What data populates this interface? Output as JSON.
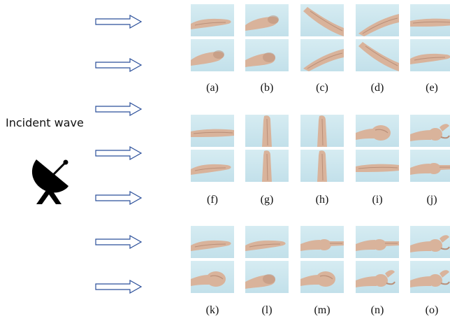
{
  "source": {
    "label": "Incident wave",
    "icon": "satellite-dish-icon"
  },
  "wave_arrows": {
    "count": 7,
    "icon": "hollow-right-arrow-icon"
  },
  "photo_colors": {
    "sky": "#c2e0ea",
    "sky_light": "#d6ecf2",
    "skin": "#d9b39b",
    "skin_shadow": "#b98f79"
  },
  "gesture_rows": [
    {
      "gestures": [
        {
          "caption": "(a)",
          "top": "palm-flat-down",
          "bottom": "palm-curl"
        },
        {
          "caption": "(b)",
          "top": "palm-curl",
          "bottom": "hand-cup"
        },
        {
          "caption": "(c)",
          "top": "hand-tilt-down",
          "bottom": "hand-tilt-up"
        },
        {
          "caption": "(d)",
          "top": "hand-tilt-up",
          "bottom": "hand-tilt-down"
        },
        {
          "caption": "(e)",
          "top": "hand-flat-side",
          "bottom": "palm-flat-down"
        }
      ]
    },
    {
      "gestures": [
        {
          "caption": "(f)",
          "top": "hand-flat-side",
          "bottom": "palm-flat-down"
        },
        {
          "caption": "(g)",
          "top": "hand-vertical",
          "bottom": "hand-vertical"
        },
        {
          "caption": "(h)",
          "top": "hand-vertical",
          "bottom": "hand-vertical"
        },
        {
          "caption": "(i)",
          "top": "fist",
          "bottom": "hand-flat-side"
        },
        {
          "caption": "(j)",
          "top": "hand-pinch",
          "bottom": "finger-point"
        }
      ]
    },
    {
      "gestures": [
        {
          "caption": "(k)",
          "top": "palm-flat-down",
          "bottom": "fist"
        },
        {
          "caption": "(l)",
          "top": "palm-flat-down",
          "bottom": "hand-cup"
        },
        {
          "caption": "(m)",
          "top": "finger-point",
          "bottom": "fist"
        },
        {
          "caption": "(n)",
          "top": "finger-point",
          "bottom": "hand-pinch"
        },
        {
          "caption": "(o)",
          "top": "hand-pinch",
          "bottom": "hand-pinch"
        }
      ]
    }
  ]
}
